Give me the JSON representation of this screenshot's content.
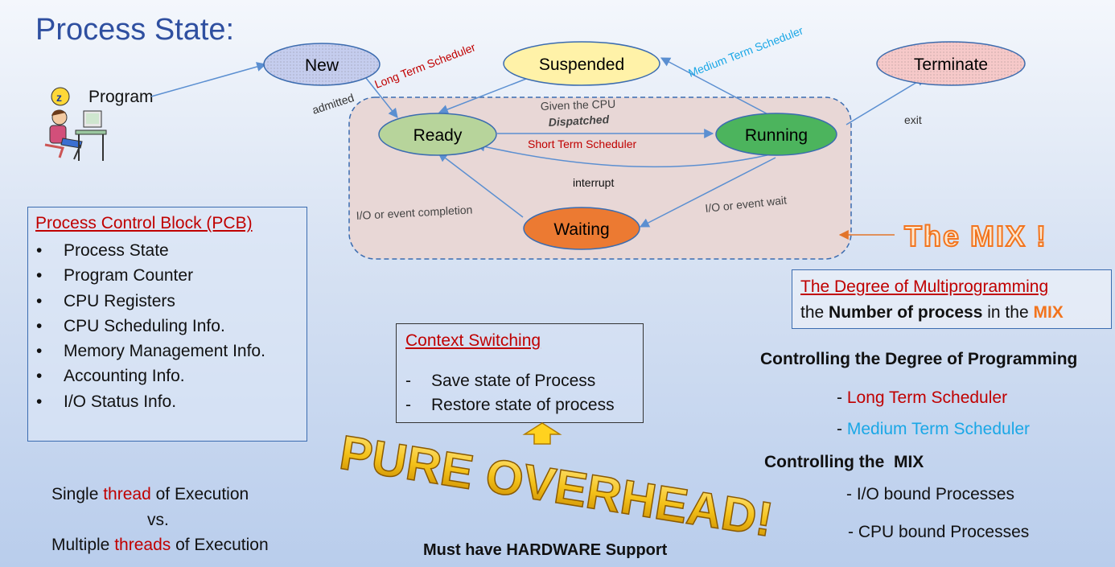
{
  "title": "Process State:",
  "program_label": "Program",
  "states": {
    "new": "New",
    "suspended": "Suspended",
    "terminate": "Terminate",
    "ready": "Ready",
    "running": "Running",
    "waiting": "Waiting"
  },
  "edge_labels": {
    "admitted": "admitted",
    "long_term": "Long Term Scheduler",
    "medium_term": "Medium Term Scheduler",
    "exit": "exit",
    "given_cpu": "Given the CPU",
    "dispatched": "Dispatched",
    "short_term": "Short Term Scheduler",
    "interrupt": "interrupt",
    "io_completion": "I/O or event completion",
    "io_wait": "I/O or event wait"
  },
  "the_mix": "The MIX !",
  "pcb": {
    "title": "Process Control Block (PCB)",
    "items": [
      "Process State",
      "Program Counter",
      "CPU Registers",
      "CPU Scheduling Info.",
      "Memory Management Info.",
      "Accounting Info.",
      "I/O Status Info."
    ]
  },
  "context_switching": {
    "title": "Context Switching",
    "items": [
      "Save state of Process",
      "Restore state of process"
    ]
  },
  "pure_overhead": "PURE OVERHEAD!",
  "hardware_support": "Must have HARDWARE Support",
  "threads": {
    "single_pre": "Single ",
    "single_word": "thread",
    "single_post": " of Execution",
    "vs": "vs.",
    "multi_pre": "Multiple ",
    "multi_word": "threads",
    "multi_post": " of Execution"
  },
  "degree": {
    "title": "The Degree of Multiprogramming",
    "pre": "the ",
    "bold": "Number of process",
    "mid": " in the ",
    "mix": "MIX"
  },
  "controlling_degree": {
    "heading": "Controlling the Degree of Programming",
    "items": [
      "Long Term Scheduler",
      "Medium Term Scheduler"
    ]
  },
  "controlling_mix": {
    "heading": "Controlling the  MIX",
    "items": [
      "I/O bound Processes",
      "CPU bound Processes"
    ]
  },
  "dash": "-",
  "bullet": "•",
  "colors": {
    "new": "#c5cdee",
    "suspended": "#fff2a8",
    "terminate": "#f6c9c9",
    "ready": "#b7d49b",
    "running": "#4cb45d",
    "waiting": "#ec7a32",
    "mix_box": "#e8d7d6",
    "arrow": "#5b8fd1",
    "red": "#c00000",
    "cyan": "#1aa7e6",
    "orange": "#f2741e"
  }
}
